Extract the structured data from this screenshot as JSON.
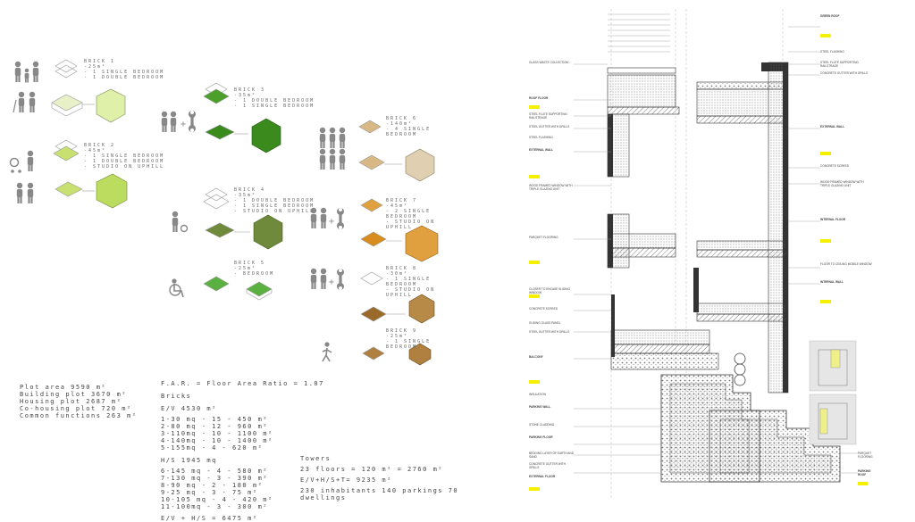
{
  "bricks": [
    {
      "title": "BRICK 1",
      "lines": [
        "-25m²",
        "- 1 SINGLE BEDROOM",
        "- 1 DOUBLE BEDROOM"
      ]
    },
    {
      "title": "BRICK 2",
      "lines": [
        "-45m²",
        "- 1 SINGLE BEDROOM",
        "- 1 DOUBLE BEDROOM",
        "- STUDIO ON UPHILL"
      ]
    },
    {
      "title": "BRICK 3",
      "lines": [
        "-35m²",
        "- 1 DOUBLE BEDROOM",
        "- 1 SINGLE BEDROOM"
      ]
    },
    {
      "title": "BRICK 4",
      "lines": [
        "-35m²",
        "- 1 DOUBLE BEDROOM",
        "- 1 SINGLE BEDROOM",
        "- STUDIO ON UPHILL"
      ]
    },
    {
      "title": "BRICK 5",
      "lines": [
        "-25m²",
        "- BEDROOM"
      ]
    },
    {
      "title": "BRICK 6",
      "lines": [
        "-140m²",
        "- 4 SINGLE BEDROOM"
      ]
    },
    {
      "title": "BRICK 7",
      "lines": [
        "-45m²",
        "- 2 SINGLE BEDROOM",
        "- STUDIO ON UPHILL"
      ]
    },
    {
      "title": "BRICK 8",
      "lines": [
        "-30m²",
        "- 1 SINGLE BEDROOM",
        "- STUDIO ON UPHILL"
      ]
    },
    {
      "title": "BRICK 9",
      "lines": [
        "-25m²",
        "- 1 SINGLE BEDROOM"
      ]
    }
  ],
  "site": {
    "lines": [
      "Plot area 9590 m²",
      "Building plot 3670 m²",
      "Housing plot 2687 m²",
      "Co-housing plot 720 m²",
      "Common functions 263 m²"
    ]
  },
  "far": {
    "title": "F.A.R. = Floor Area Ratio = 1.07",
    "bricks_label": "Bricks",
    "ev": "E/V  4530 m²",
    "ev_rows": [
      "1-30 mq   -  15 - 450  m²",
      "2-80 mq   -  12 -  960 m²",
      "3-110mq   -  10 - 1100 m²",
      "4-140mq   -  10 - 1400 m²",
      "5-155mq   -   4 -  620 m²"
    ],
    "hs": "H/S 1945 mq",
    "hs_rows": [
      "6-145 mq  -  4  -  580 m²",
      "7-130 mq  -  3  -  390 m²",
      "8-90 mq   -  2  -  180 m²",
      "9-25 mq   -  3  -   75 m²",
      "10-105 mq -  4  -  420 m²",
      "11-100mq  -  3  -  300 m²"
    ],
    "total": "E/V + H/S = 6475 m²"
  },
  "towers": {
    "title": "Towers",
    "line1": "23 floors = 120 m² = 2760 m²",
    "line2": "E/V+H/S+T= 9235 m²",
    "line3": "230 inhabitants 140 parkings 70",
    "line4": "dwellings"
  },
  "section_labels": {
    "left": [
      "GLASS WASTE COLLECTION",
      "ROOF FLOOR",
      "STEEL FLUTE SUPPORTING RAILSTRAGE",
      "STEEL GUTTER WITH GRILLS",
      "STEEL FLASHING",
      "EXTERNAL WALL",
      "WOOD FRAMED WINDOW WITH TRIPLE GLAZING UNIT",
      "PARQUET FLOORING",
      "CLOSER TO ENCASE SLIDING WINDOW",
      "CONCRETE SCREED",
      "SLIDING GLASS PANEL",
      "STEEL GUTTER WITH GRILLS",
      "BALCONY",
      "INSULATION",
      "PARKING WALL",
      "STONE CLADDING",
      "PARKING FLOOR",
      "BEDDING LAYER OF EARTH AND SAND",
      "CONCRETE GUTTER WITH GRILLS",
      "EXTERNAL FLOOR"
    ],
    "right": [
      "GREEN ROOF",
      "STEEL FLASHING",
      "STEEL FLUTE SUPPORTING RAILSTRAGE",
      "CONCRETE GUTTER WITH GRILLS",
      "EXTERNAL WALL",
      "CONCRETE SCREED",
      "WOOD FRAMED WINDOW WITH TRIPLE GLAZING UNIT",
      "INTERNAL FLOOR",
      "FLOOR TO CEILING MOBILE WINDOW",
      "INTERNAL WALL",
      "PARQUET FLOORING",
      "PARKING ROOF"
    ]
  },
  "colors": {
    "green_light": "#bfe07a",
    "green_dark": "#3a8a1e",
    "green_mid": "#7dbb3b",
    "olive": "#6e8a3a",
    "tan": "#c9a46a",
    "orange": "#d98c1e",
    "brown": "#9a6a2a",
    "highlight": "#f4f000"
  }
}
